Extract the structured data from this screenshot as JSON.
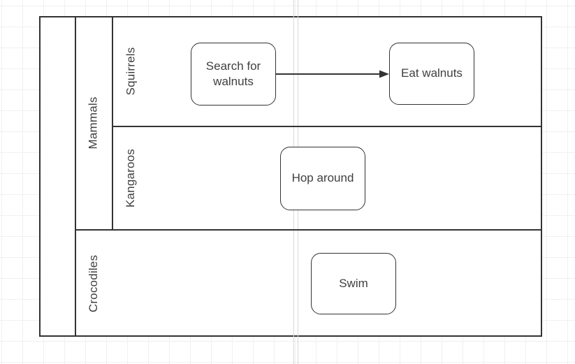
{
  "diagram": {
    "pool": {
      "label": "",
      "lanes": [
        {
          "label": "Mammals",
          "sublanes": [
            {
              "label": "Squirrels"
            },
            {
              "label": "Kangaroos"
            }
          ]
        },
        {
          "label": "Crocodiles"
        }
      ]
    },
    "tasks": [
      {
        "id": "task-search",
        "label": "Search for walnuts"
      },
      {
        "id": "task-eat",
        "label": "Eat walnuts"
      },
      {
        "id": "task-hop",
        "label": "Hop around"
      },
      {
        "id": "task-swim",
        "label": "Swim"
      }
    ],
    "flows": [
      {
        "from": "task-search",
        "to": "task-eat",
        "type": "sequence-flow"
      }
    ],
    "colors": {
      "stroke": "#333333",
      "text": "#3f3f3f",
      "shape_fill": "#ffffff",
      "grid_line": "#f0f0f0",
      "page_boundary_line": "#d9d9d9",
      "canvas_background": "#ffffff"
    }
  }
}
